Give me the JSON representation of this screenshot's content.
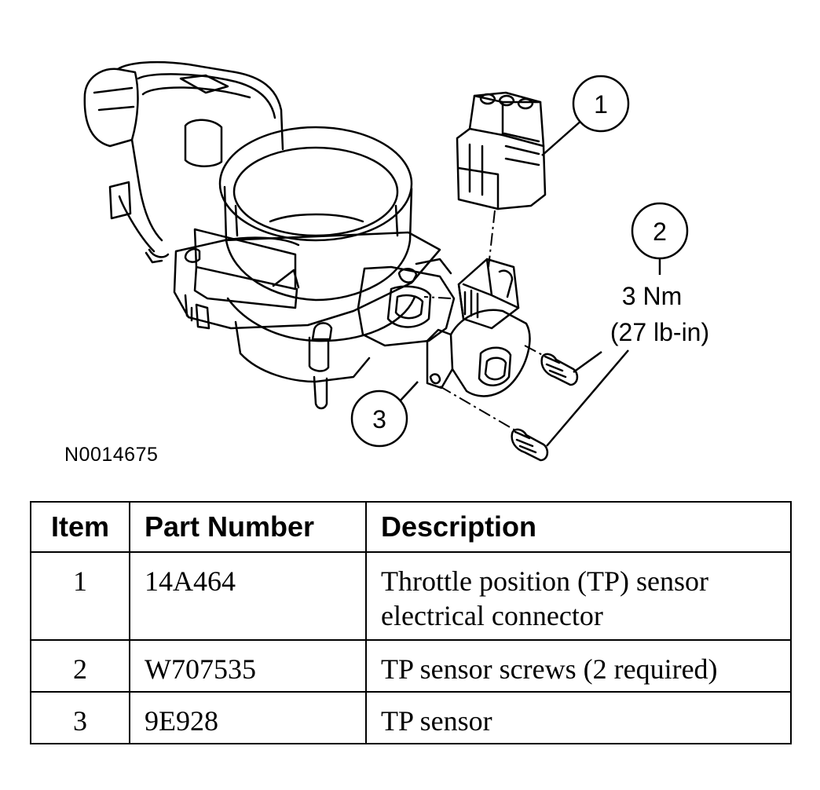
{
  "figure": {
    "id": "N0014675",
    "callouts": [
      "1",
      "2",
      "3"
    ],
    "torque": {
      "metric": "3 Nm",
      "imperial": "(27 lb-in)"
    }
  },
  "table": {
    "headers": [
      "Item",
      "Part Number",
      "Description"
    ],
    "rows": [
      {
        "item": "1",
        "part": "14A464",
        "desc": [
          "Throttle position (TP) sensor",
          "electrical connector"
        ]
      },
      {
        "item": "2",
        "part": "W707535",
        "desc": [
          "TP sensor screws (2 required)"
        ]
      },
      {
        "item": "3",
        "part": "9E928",
        "desc": [
          "TP sensor"
        ]
      }
    ]
  }
}
